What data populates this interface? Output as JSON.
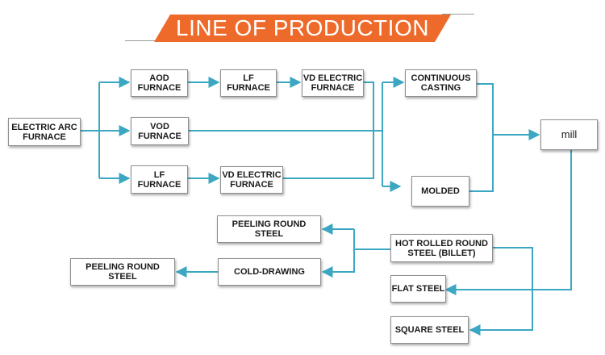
{
  "title": "LINE OF PRODUCTION",
  "colors": {
    "accent": "#ee6a2a",
    "line": "#3ba7c2",
    "rule": "#9a9a9a"
  },
  "nodes": {
    "electric_arc_furnace": "ELECTRIC ARC\nFURNACE",
    "aod_furnace": "AOD\nFURNACE",
    "lf_furnace_top": "LF\nFURNACE",
    "vd_electric_furnace_top": "VD ELECTRIC\nFURNACE",
    "continuous_casting": "CONTINUOUS\nCASTING",
    "vod_furnace": "VOD\nFURNACE",
    "mill": "mill",
    "lf_furnace_bottom": "LF\nFURNACE",
    "vd_electric_furnace_bottom": "VD ELECTRIC\nFURNACE",
    "molded": "MOLDED",
    "peeling_round_steel_top": "PEELING ROUND STEEL",
    "hot_rolled_round_steel": "HOT ROLLED ROUND\nSTEEL (BILLET)",
    "cold_drawing": "COLD-DRAWING",
    "peeling_round_steel_left": "PEELING ROUND STEEL",
    "flat_steel": "FLAT STEEL",
    "square_steel": "SQUARE STEEL"
  }
}
